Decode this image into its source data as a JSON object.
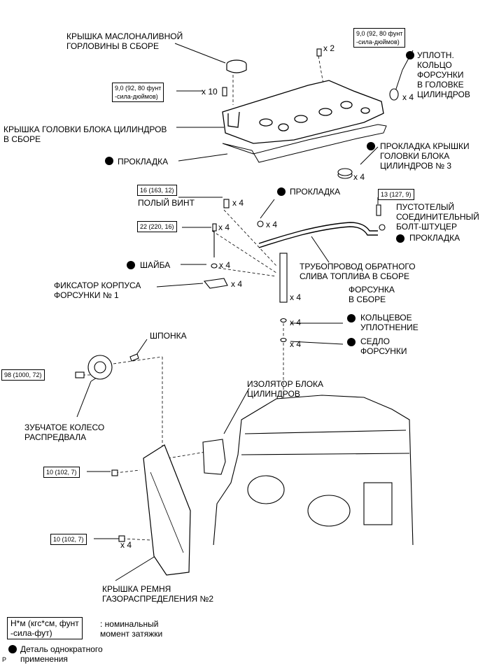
{
  "labels": {
    "oil_cap": [
      "КРЫШКА МАСЛОНАЛИВНОЙ",
      "ГОРЛОВИНЫ В СБОРЕ"
    ],
    "nozzle_ring": [
      "УПЛОТН.",
      "КОЛЬЦО",
      "ФОРСУНКИ",
      "В ГОЛОВКЕ",
      "ЦИЛИНДРОВ"
    ],
    "head_cover": [
      "КРЫШКА ГОЛОВКИ БЛОКА ЦИЛИНДРОВ",
      "В СБОРЕ"
    ],
    "gasket1": "ПРОКЛАДКА",
    "cover_gasket3": [
      "ПРОКЛАДКА КРЫШКИ",
      "ГОЛОВКИ БЛОКА",
      "ЦИЛИНДРОВ № 3"
    ],
    "gasket2": "ПРОКЛАДКА",
    "hollow_screw": "ПОЛЫЙ ВИНТ",
    "union_bolt": [
      "ПУСТОТЕЛЫЙ",
      "СОЕДИНИТЕЛЬНЫЙ",
      "БОЛТ-ШТУЦЕР"
    ],
    "gasket3": "ПРОКЛАДКА",
    "washer": "ШАЙБА",
    "return_pipe": [
      "ТРУБОПРОВОД ОБРАТНОГО",
      "СЛИВА ТОПЛИВА В СБОРЕ"
    ],
    "holder": [
      "ФИКСАТОР КОРПУСА",
      "ФОРСУНКИ № 1"
    ],
    "injector": [
      "ФОРСУНКА",
      "В СБОРЕ"
    ],
    "o_ring": [
      "КОЛЬЦЕВОЕ",
      "УПЛОТНЕНИЕ"
    ],
    "seat": [
      "СЕДЛО",
      "ФОРСУНКИ"
    ],
    "key": "ШПОНКА",
    "insulator": [
      "ИЗОЛЯТОР БЛОКА",
      "ЦИЛИНДРОВ"
    ],
    "cam_gear": [
      "ЗУБЧАТОЕ КОЛЕСО",
      "РАСПРЕДВАЛА"
    ],
    "timing_cover": [
      "КРЫШКА РЕМНЯ",
      "ГАЗОРАСПРЕДЕЛЕНИЯ №2"
    ]
  },
  "torques": {
    "t1": [
      "9,0 (92, 80 фунт",
      "-сила-дюймов)"
    ],
    "t2": [
      "9,0 (92, 80 фунт",
      "-сила-дюймов)"
    ],
    "t3": "16 (163, 12)",
    "t4": "13 (127, 9)",
    "t5": "22 (220, 16)",
    "t6": "98 (1000, 72)",
    "t7": "10 (102, 7)",
    "t8": "10 (102, 7)"
  },
  "quantities": {
    "q_cap_bolts": "x 2",
    "q_cover_bolts": "x 10",
    "q_nozzle_ring": "x 4",
    "q_cover_gasket": "x 4",
    "q_hollow_screw": "x 4",
    "q_gasket2": "x 4",
    "q_bolt22": "x 4",
    "q_washer": "x 4",
    "q_holder": "x 4",
    "q_injector": "x 4",
    "q_oring": "x 4",
    "q_seat": "x 4",
    "q_bottom_bolts": "x 4"
  },
  "legend": {
    "torque_box": [
      "Н*м (кгс*см, фунт",
      "-сила-фут)"
    ],
    "torque_desc": [
      ": номинальный",
      "момент затяжки"
    ],
    "single_use": [
      "Деталь однократного",
      "применения"
    ],
    "corner_mark": "P"
  }
}
